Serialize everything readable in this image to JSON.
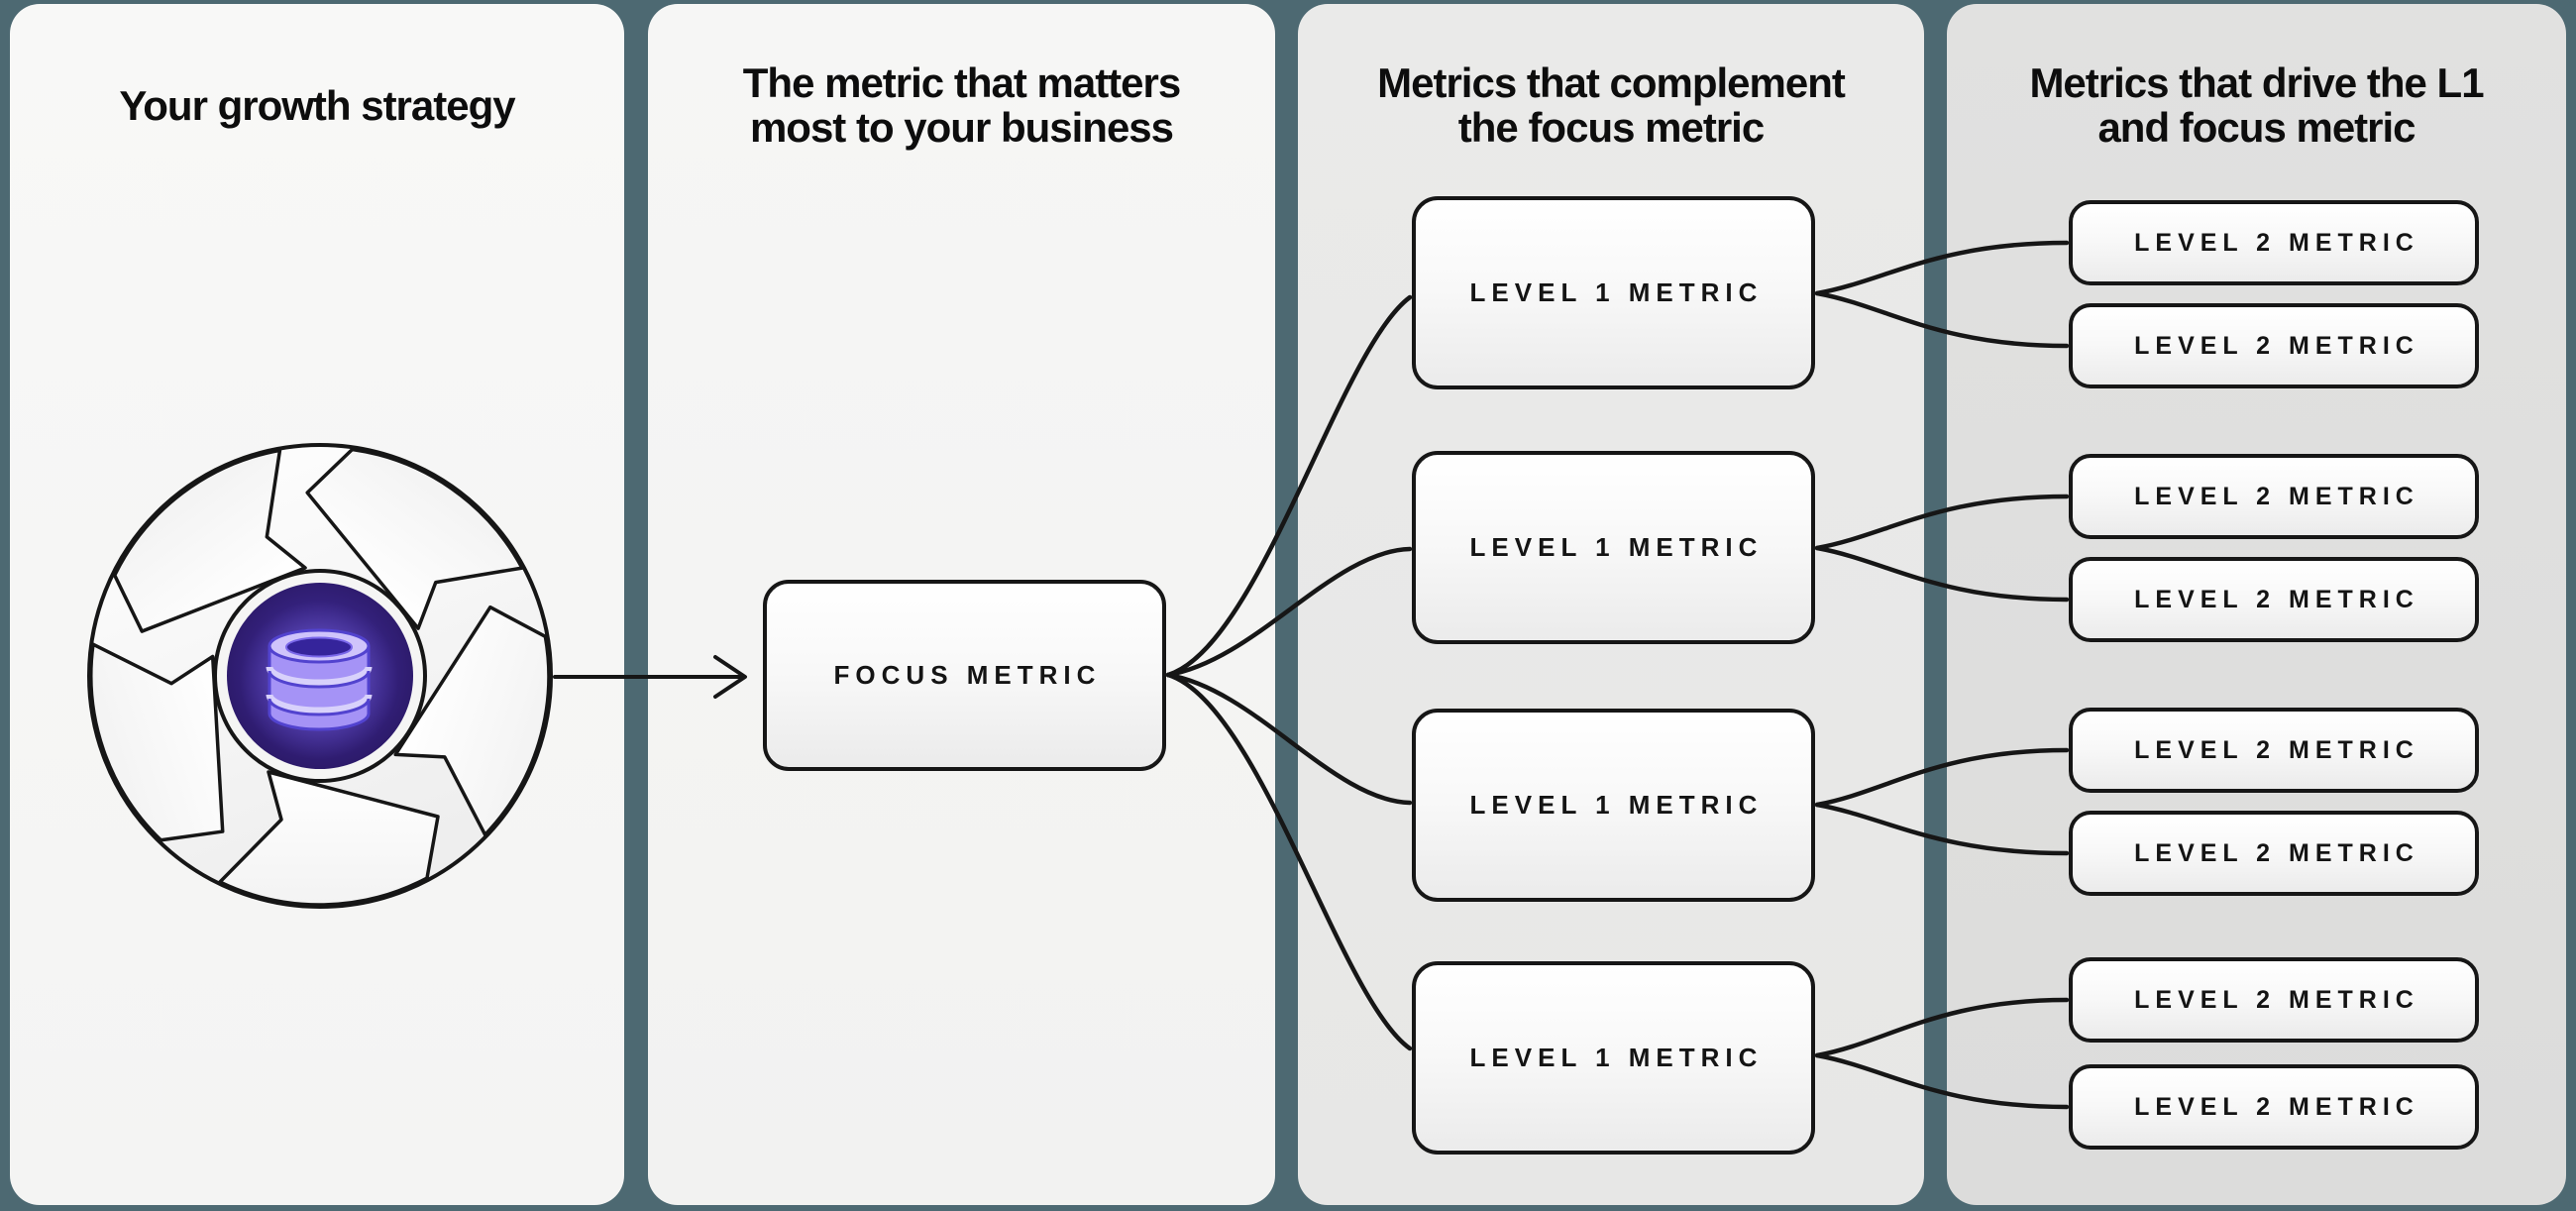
{
  "diagram_title": "Growth strategy metrics tree",
  "colors": {
    "background": "#4d6972",
    "panel_light": "#f6f6f5",
    "panel_mid": "#e9e9e8",
    "panel_dark": "#dfdfde",
    "stroke": "#161616",
    "indigo_core": "#2a1965",
    "purple_accent": "#8d7cf2"
  },
  "panels": [
    {
      "title_lines": [
        "Your growth strategy"
      ]
    },
    {
      "title_lines": [
        "The metric that matters",
        "most to your business"
      ]
    },
    {
      "title_lines": [
        "Metrics that complement",
        "the focus metric"
      ]
    },
    {
      "title_lines": [
        "Metrics that drive the L1",
        "and focus metric"
      ]
    }
  ],
  "focus": {
    "label": "FOCUS METRIC"
  },
  "level1": [
    {
      "label": "LEVEL 1 METRIC"
    },
    {
      "label": "LEVEL 1 METRIC"
    },
    {
      "label": "LEVEL 1 METRIC"
    },
    {
      "label": "LEVEL 1 METRIC"
    }
  ],
  "level2": [
    {
      "label": "LEVEL 2 METRIC"
    },
    {
      "label": "LEVEL 2 METRIC"
    },
    {
      "label": "LEVEL 2 METRIC"
    },
    {
      "label": "LEVEL 2 METRIC"
    },
    {
      "label": "LEVEL 2 METRIC"
    },
    {
      "label": "LEVEL 2 METRIC"
    },
    {
      "label": "LEVEL 2 METRIC"
    },
    {
      "label": "LEVEL 2 METRIC"
    }
  ],
  "icon": {
    "name": "growth-flywheel-database-icon"
  }
}
